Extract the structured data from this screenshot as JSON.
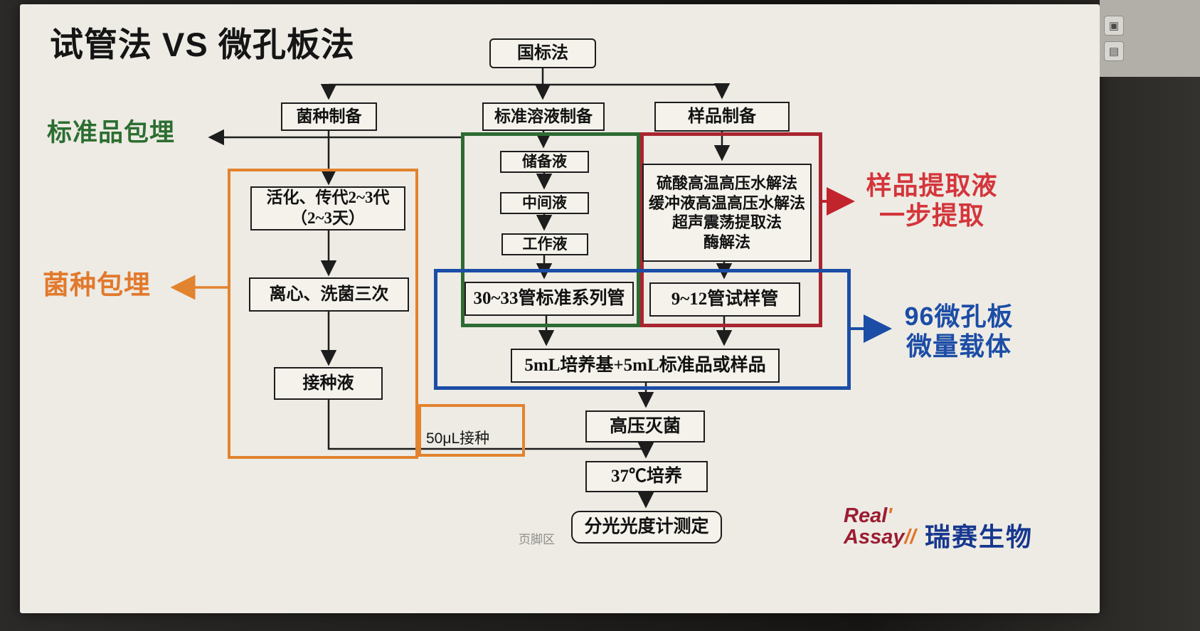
{
  "title": "试管法 VS 微孔板法",
  "nodes": {
    "national": "国标法",
    "strain_prep": "菌种制备",
    "standard_prep": "标准溶液制备",
    "sample_prep": "样品制备",
    "activate_l1": "活化、传代2~3代",
    "activate_l2": "（2~3天）",
    "centrifuge": "离心、洗菌三次",
    "inoculum": "接种液",
    "stock": "储备液",
    "intermediate": "中间液",
    "working": "工作液",
    "method_1": "硫酸高温高压水解法",
    "method_2": "缓冲液高温高压水解法",
    "method_3": "超声震荡提取法",
    "method_4": "酶解法",
    "standard_tubes": "30~33管标准系列管",
    "sample_tubes": "9~12管试样管",
    "medium_mix": "5mL培养基+5mL标准品或样品",
    "autoclave": "高压灭菌",
    "incubate": "37℃培养",
    "spectrophotometer": "分光光度计测定",
    "inoculate_volume": "50μL接种"
  },
  "labels": {
    "standard_embed": "标准品包埋",
    "strain_embed": "菌种包埋",
    "sample_extract_l1": "样品提取液",
    "sample_extract_l2": "一步提取",
    "microplate_l1": "96微孔板",
    "microplate_l2": "微量载体"
  },
  "footer": "页脚区",
  "logo": {
    "line1": "Real",
    "real_mark": "'",
    "line2": "Assa",
    "tail": "y",
    "accent": "//",
    "brand": "瑞赛生物"
  },
  "icons": {
    "window_tool": "▣",
    "image_tool": "▤"
  },
  "colors": {
    "green": "#2e6b33",
    "orange": "#e2832f",
    "red_box": "#a92430",
    "red_text": "#d4353b",
    "blue": "#1c4da6",
    "maroon": "#9b1c31",
    "navy": "#17378f"
  }
}
